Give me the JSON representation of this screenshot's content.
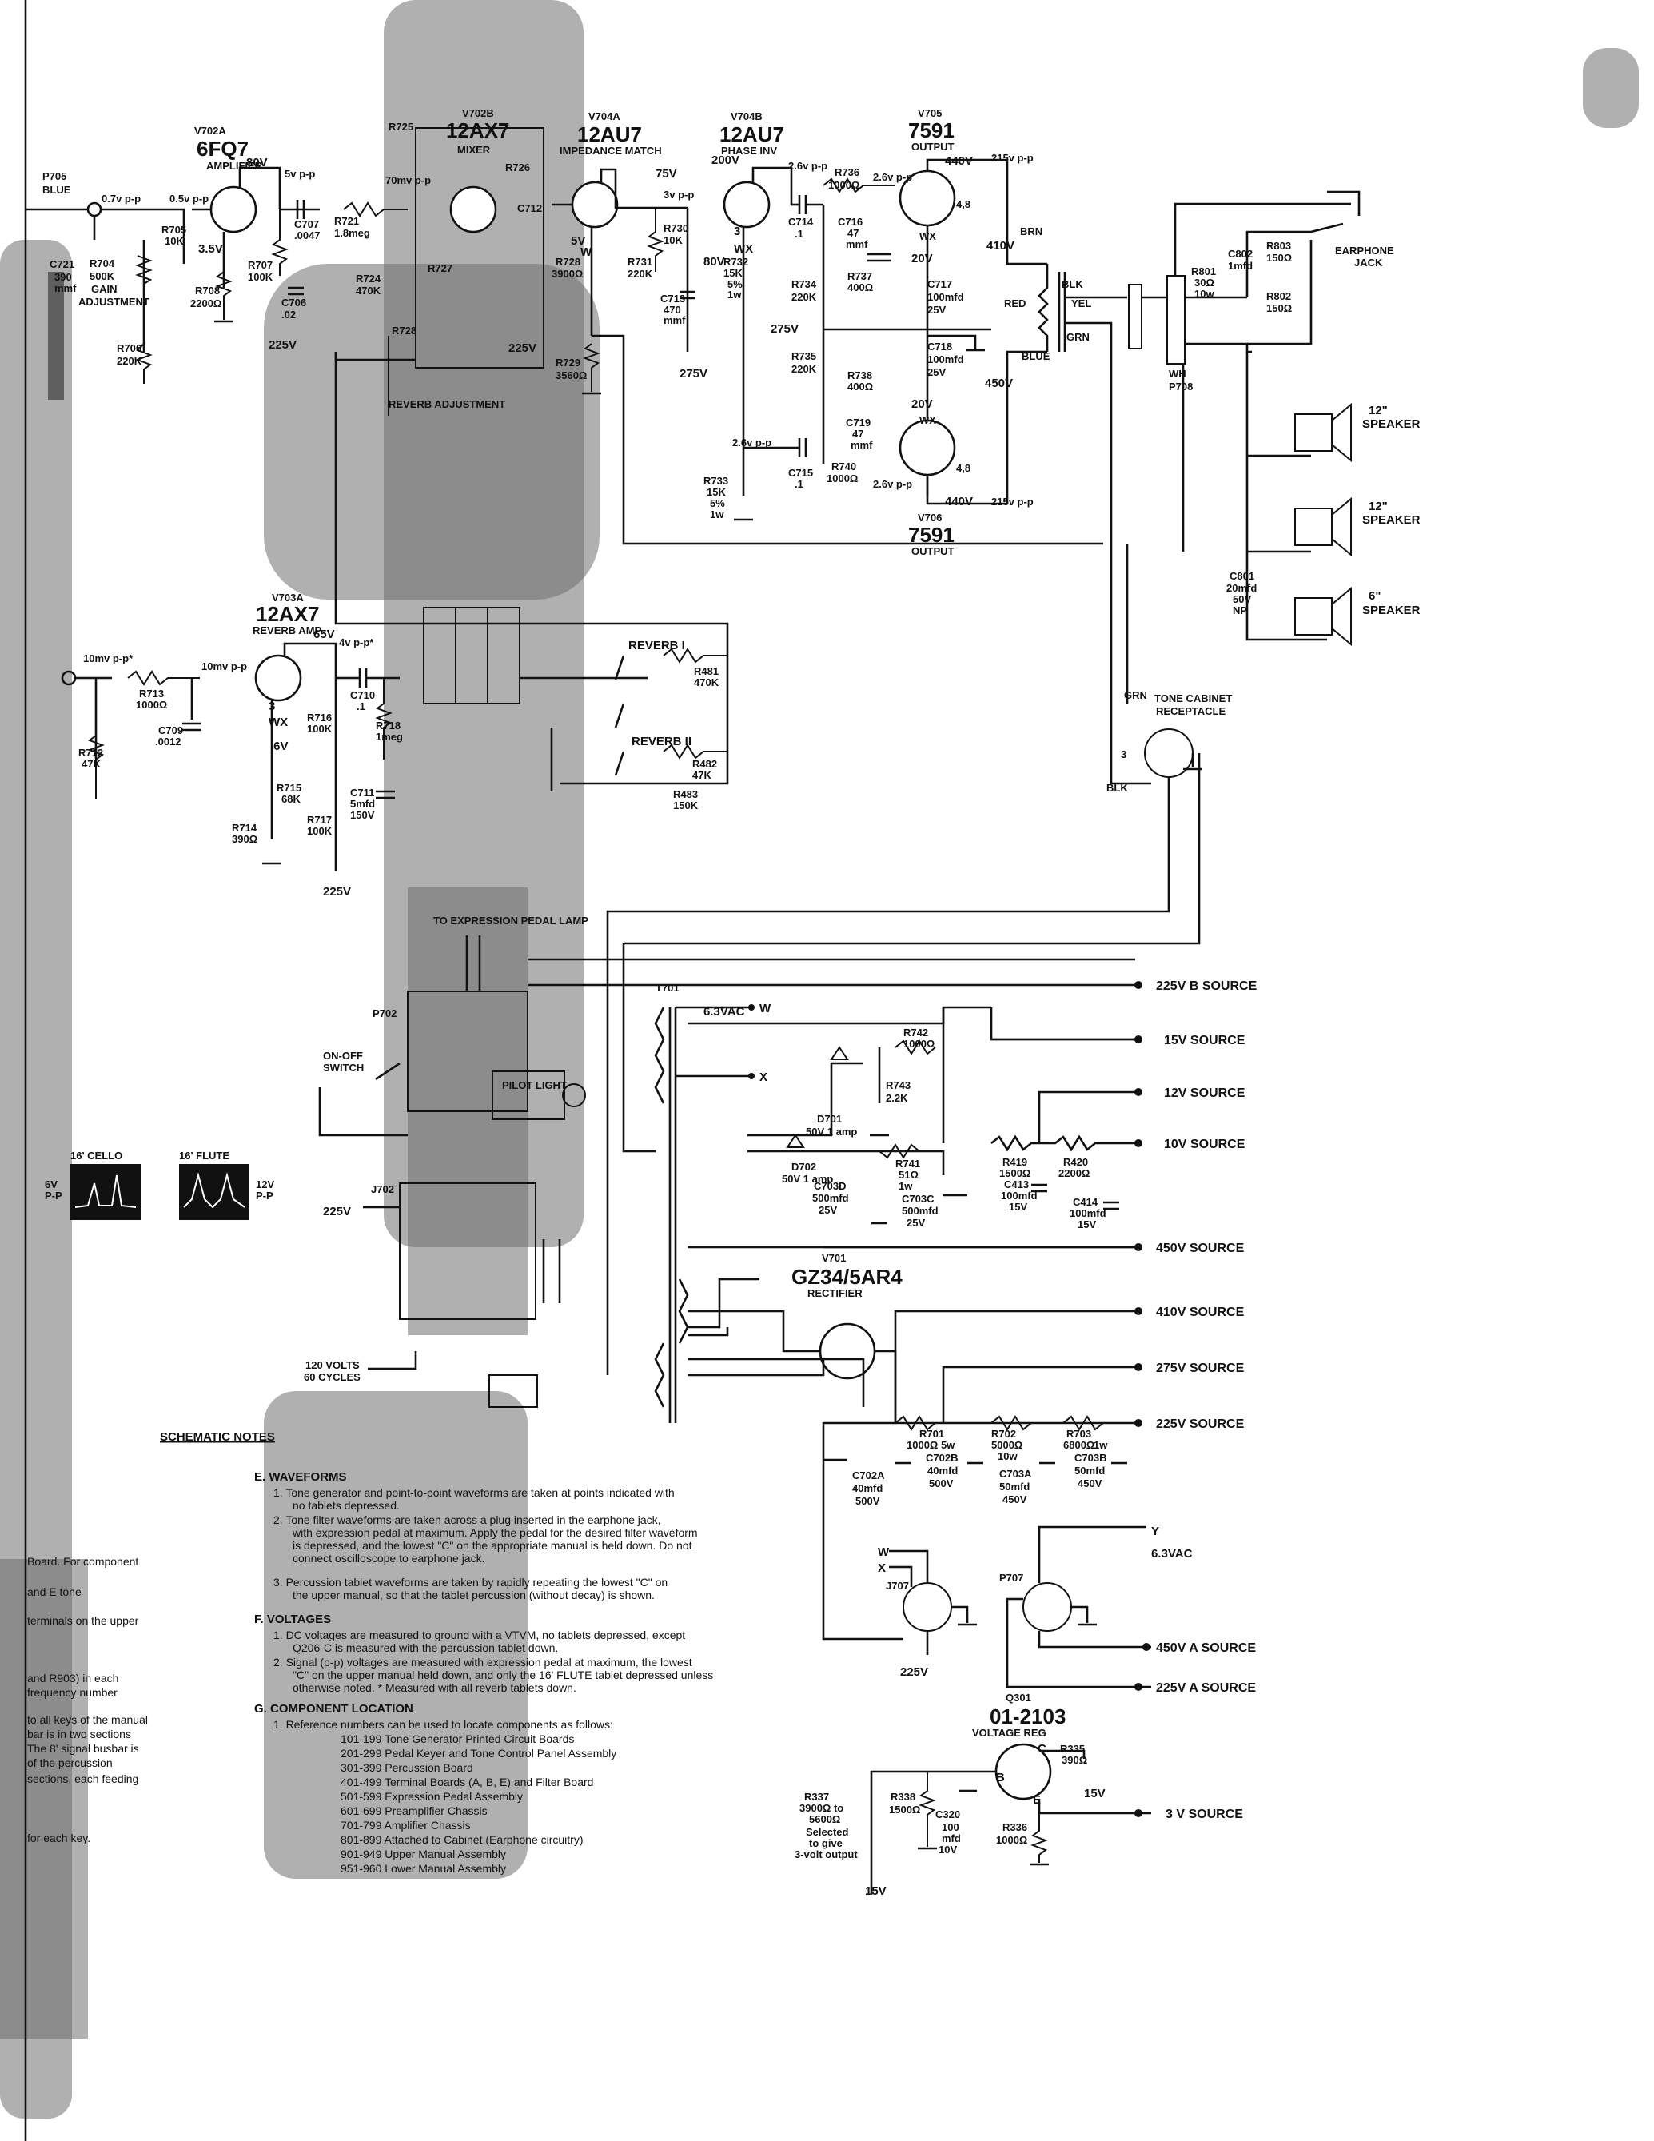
{
  "tubes": {
    "v702a": {
      "ref": "V702A",
      "type": "6FQ7",
      "func": "AMPLIFIER",
      "volt": "80V"
    },
    "v702b": {
      "ref": "V702B",
      "type": "12AX7",
      "func": "MIXER"
    },
    "v704a": {
      "ref": "V704A",
      "type": "12AU7",
      "func": "IMPEDANCE MATCH",
      "volt": "75V"
    },
    "v704b": {
      "ref": "V704B",
      "type": "12AU7",
      "func": "PHASE INV",
      "volt": "200V"
    },
    "v705": {
      "ref": "V705",
      "type": "7591",
      "func": "OUTPUT",
      "volt": "440V"
    },
    "v706": {
      "ref": "V706",
      "type": "7591",
      "func": "OUTPUT",
      "volt": "440V"
    },
    "v703a": {
      "ref": "V703A",
      "type": "12AX7",
      "func": "REVERB AMP",
      "volt": "65V"
    },
    "v701": {
      "ref": "V701",
      "type": "GZ34/5AR4",
      "func": "RECTIFIER"
    },
    "q301": {
      "ref": "Q301",
      "type": "01-2103",
      "func": "VOLTAGE REG"
    }
  },
  "labels": {
    "p705": "P705",
    "blue": "BLUE",
    "vin1": "0.7v p-p",
    "vin2": "0.5v p-p",
    "v35": "3.5V",
    "r705": "R705",
    "r705v": "10K",
    "r704": "R704",
    "r704v": "500K",
    "gain": "GAIN",
    "adjust": "ADJUSTMENT",
    "c721": "C721",
    "c721v": "390",
    "c721u": "mmf",
    "r706": "R706",
    "r706v": "220K",
    "r708": "R708",
    "r708v": "2200Ω",
    "vpp5": "5v p-p",
    "c707": "C707",
    "c707v": ".0047",
    "r721": "R721",
    "r721v": "1.8meg",
    "r707": "R707",
    "r707v": "100K",
    "c706": "C706",
    "c706v": ".02",
    "v225a": "225V",
    "mvpp": "70mv p-p",
    "r724": "R724",
    "r724v": "470K",
    "r725": "R725",
    "r726": "R726",
    "r727": "R727",
    "r728": "R728",
    "c712": "C712",
    "reverbadj": "REVERB ADJUSTMENT",
    "v225b": "225V",
    "v5": "5V",
    "v5w": "W",
    "r728b": "R728",
    "r728bv": "3900Ω",
    "r729": "R729",
    "r729v": "3560Ω",
    "r730": "R730",
    "r730v": "10K",
    "r731": "R731",
    "r731v": "220K",
    "v80": "80V",
    "c713": "C713",
    "c713v": "470",
    "c713u": "mmf",
    "v275a": "275V",
    "vpp3": "3v p-p",
    "r732": "R732",
    "r732v": "15K",
    "r732p": "5%",
    "r732w": "1w",
    "v275b": "275V",
    "pins349": "3",
    "wx1": "WX",
    "vpp26a": "2.6v p-p",
    "c714": "C714",
    "c714v": ".1",
    "r736": "R736",
    "r736v": "1000Ω",
    "c716": "C716",
    "c716v": "47",
    "c716u": "mmf",
    "r737": "R737",
    "r737v": "400Ω",
    "r734": "R734",
    "r734v": "220K",
    "r735": "R735",
    "r735v": "220K",
    "c717": "C717",
    "c717v": "100mfd",
    "c717u": "25V",
    "c718": "C718",
    "c718v": "100mfd",
    "c718u": "25V",
    "v20a": "20V",
    "v20b": "20V",
    "r738": "R738",
    "r738v": "400Ω",
    "c719": "C719",
    "c719v": "47",
    "c719u": "mmf",
    "r740": "R740",
    "r740v": "1000Ω",
    "c715": "C715",
    "c715v": ".1",
    "vpp26b": "2.6v p-p",
    "vpp26c": "2.6v p-p",
    "vpp26d": "2.6v p-p",
    "r733": "R733",
    "r733v": "15K",
    "r733p": "5%",
    "r733w": "1w",
    "vpp215a": "215v p-p",
    "vpp215b": "215v p-p",
    "v410": "410V",
    "v450": "450V",
    "pins48a": "4,8",
    "pins48b": "4,8",
    "wx2": "WX",
    "wx3": "WX",
    "brn": "BRN",
    "blk": "BLK",
    "red": "RED",
    "yel": "YEL",
    "grn": "GRN",
    "bluet": "BLUE",
    "wh": "WH",
    "p708": "P708",
    "r801": "R801",
    "r801v": "30Ω",
    "r801w": "10w",
    "c802": "C802",
    "c802v": "1mfd",
    "r803": "R803",
    "r803v": "150Ω",
    "r802": "R802",
    "r802v": "150Ω",
    "earphone": "EARPHONE",
    "jack": "JACK",
    "spk1a": "12\"",
    "spk1b": "SPEAKER",
    "spk2a": "12\"",
    "spk2b": "SPEAKER",
    "spk3a": "6\"",
    "spk3b": "SPEAKER",
    "c801": "C801",
    "c801v": "20mfd",
    "c801u": "50V",
    "c801n": "NP",
    "grn2": "GRN",
    "blk2": "BLK",
    "tonecab": "TONE CABINET",
    "recept": "RECEPTACLE",
    "rin": "10mv p-p*",
    "r713": "R713",
    "r713v": "1000Ω",
    "rvpp": "10mv p-p",
    "c709": "C709",
    "c709v": ".0012",
    "r712": "R712",
    "r712v": "47K",
    "v6": ".6V",
    "pins349b": "3",
    "wx4": "WX",
    "vpp4": "4v p-p*",
    "r716": "R716",
    "r716v": "100K",
    "c710": "C710",
    "c710v": ".1",
    "r718": "R718",
    "r718v": "1meg",
    "r715": "R715",
    "r715v": "68K",
    "r717": "R717",
    "r717v": "100K",
    "c711": "C711",
    "c711v": "5mfd",
    "c711u": "150V",
    "r714": "R714",
    "r714v": "390Ω",
    "v225c": "225V",
    "reverb1": "REVERB I",
    "reverb2": "REVERB II",
    "r481": "R481",
    "r481v": "470K",
    "r482": "R482",
    "r482v": "47K",
    "r483": "R483",
    "r483v": "150K",
    "expr": "TO EXPRESSION PEDAL LAMP",
    "p702": "P702",
    "onoff": "ON-OFF",
    "switch": "SWITCH",
    "j702": "J702",
    "v225d": "225V",
    "pilot": "PILOT LIGHT",
    "t701": "T701",
    "vac63a": "6.3VAC",
    "w": "W",
    "x": "X",
    "r742": "R742",
    "r742v": "1000Ω",
    "r743": "R743",
    "r743v": "2.2K",
    "d701": "D701",
    "d701v": "50V 1 amp",
    "d702": "D702",
    "d702v": "50V 1 amp",
    "r741": "R741",
    "r741v": "51Ω",
    "r741w": "1w",
    "c703d": "C703D",
    "c703dv": "500mfd",
    "c703du": "25V",
    "c703c": "C703C",
    "c703cv": "500mfd",
    "c703cu": "25V",
    "r419": "R419",
    "r419v": "1500Ω",
    "r420": "R420",
    "r420v": "2200Ω",
    "c413": "C413",
    "c413v": "100mfd",
    "c413u": "15V",
    "c414": "C414",
    "c414v": "100mfd",
    "c414u": "15V",
    "acin1": "120 VOLTS",
    "acin2": "60 CYCLES",
    "r701": "R701",
    "r701v": "1000Ω 5w",
    "r702": "R702",
    "r702v": "5000Ω",
    "r702w": "10w",
    "r703": "R703",
    "r703v": "6800Ω",
    "r703w": "1w",
    "c702a": "C702A",
    "c702av": "40mfd",
    "c702au": "500V",
    "c702b": "C702B",
    "c702bv": "40mfd",
    "c702bu": "500V",
    "c703a": "C703A",
    "c703av": "50mfd",
    "c703au": "450V",
    "c703b": "C703B",
    "c703bv": "50mfd",
    "c703bu": "450V",
    "j707": "J707",
    "p707": "P707",
    "v225e": "225V",
    "vac63b": "6.3VAC",
    "w2": "W",
    "x2": "X",
    "y": "Y",
    "r335": "R335",
    "r335v": "390Ω",
    "v15a": "15V",
    "r337": "R337",
    "r337v1": "3900Ω to",
    "r337v2": "5600Ω",
    "r337v3": "Selected",
    "r337v4": "to give",
    "r337v5": "3-volt output",
    "v15b": "15V",
    "r338": "R338",
    "r338v": "1500Ω",
    "c320": "C320",
    "c320v": "100",
    "c320u": "mfd",
    "c320w": "10V",
    "r336": "R336",
    "r336v": "1000Ω",
    "qb": "B",
    "qc": "C",
    "qe": "E",
    "cello": "16' CELLO",
    "flute": "16' FLUTE",
    "vpp6": "6V",
    "vpp6b": "P-P",
    "vpp12": "12V",
    "vpp12b": "P-P"
  },
  "sources": [
    "225V B SOURCE",
    "15V SOURCE",
    "12V SOURCE",
    "10V SOURCE",
    "450V SOURCE",
    "410V SOURCE",
    "275V SOURCE",
    "225V SOURCE",
    "450V A SOURCE",
    "225V A SOURCE",
    "3 V SOURCE"
  ],
  "notes": {
    "heading": "SCHEMATIC NOTES",
    "e": "E.  WAVEFORMS",
    "e1": "1.  Tone generator and point-to-point waveforms are taken at points indicated with",
    "e1b": "no tablets depressed.",
    "e2": "2.  Tone filter waveforms are taken across a plug inserted in the earphone jack,",
    "e2b": "with expression pedal at maximum. Apply the pedal for the desired filter waveform",
    "e2c": "is depressed, and the lowest \"C\" on the appropriate manual is held down. Do not",
    "e2d": "connect oscilloscope to earphone jack.",
    "e3": "3.  Percussion tablet waveforms are taken by rapidly repeating the lowest \"C\" on",
    "e3b": "the upper manual, so that the tablet percussion (without decay) is shown.",
    "f": "F.  VOLTAGES",
    "f1": "1.  DC voltages are measured to ground with a VTVM, no tablets depressed, except",
    "f1b": "Q206-C is measured with the percussion tablet down.",
    "f2": "2.  Signal (p-p) voltages are measured with expression pedal at maximum, the lowest",
    "f2b": "\"C\" on the upper manual held down, and only the 16' FLUTE tablet depressed unless",
    "f2c": "otherwise noted.  * Measured with all reverb tablets down.",
    "g": "G.  COMPONENT LOCATION",
    "g1": "1.  Reference numbers can be used to locate components as follows:",
    "loc": [
      "101-199  Tone Generator Printed Circuit Boards",
      "201-299  Pedal Keyer and Tone Control Panel Assembly",
      "301-399  Percussion Board",
      "401-499  Terminal Boards (A, B, E) and Filter Board",
      "501-599  Expression Pedal Assembly",
      "601-699  Preamplifier Chassis",
      "701-799  Amplifier Chassis",
      "801-899  Attached to Cabinet (Earphone circuitry)",
      "901-949  Upper Manual Assembly",
      "951-960  Lower Manual Assembly"
    ],
    "left": [
      "Board.  For component",
      "and E tone",
      "terminals on the upper",
      "and R903) in each",
      "frequency number",
      "to all keys of the manual",
      "bar is in two sections",
      "The 8' signal busbar is",
      "of the percussion",
      "sections, each feeding",
      "for each key."
    ]
  }
}
